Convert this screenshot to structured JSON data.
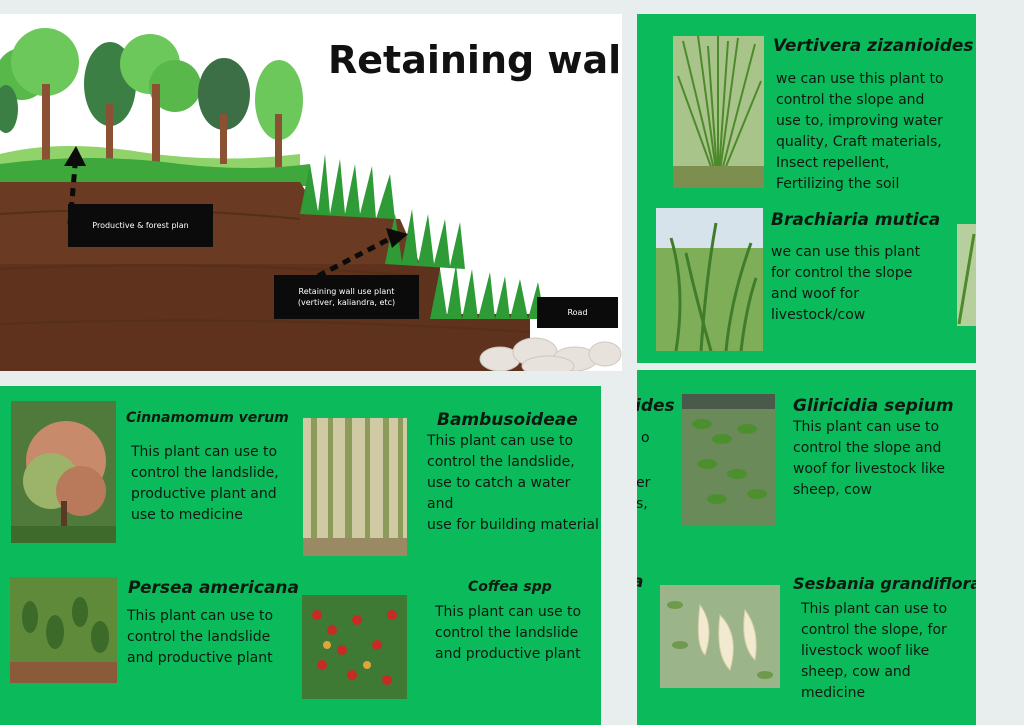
{
  "illustration": {
    "title": "Retaining wall",
    "labels": {
      "productive": "Productive & forest plan",
      "retaining_line1": "Retaining wall use plant",
      "retaining_line2": "(vertiver, kaliandra, etc)",
      "road": "Road"
    }
  },
  "top_right_panel": {
    "cards": [
      {
        "name": "Vertivera zizanioides",
        "description": [
          "we can use this plant to",
          "control the slope and",
          "use to, improving water",
          "quality, Craft materials,",
          "Insect repellent,",
          "Fertilizing the soil"
        ]
      },
      {
        "name": "Brachiaria mutica",
        "description": [
          "we can use this plant",
          "for control the slope",
          "and woof for",
          "livestock/cow"
        ]
      }
    ]
  },
  "bottom_left_panel": {
    "cards": [
      {
        "name": "Cinnamomum verum",
        "description": [
          "This plant can use to",
          "control the landslide,",
          "productive plant and",
          "use to medicine"
        ]
      },
      {
        "name": "Bambusoideae",
        "description": [
          "This plant can use to",
          "control the landslide,",
          "use to catch a water and",
          "use for building material"
        ]
      },
      {
        "name": "Persea americana",
        "description": [
          "This plant can use to",
          "control the landslide",
          "and productive plant"
        ]
      },
      {
        "name": "Coffea spp",
        "description": [
          "This plant can use to",
          "control the landslide",
          "and productive plant"
        ]
      }
    ]
  },
  "bottom_right_panel": {
    "clipped_fragments": [
      "ides",
      "o",
      "er",
      "s,",
      "a"
    ],
    "cards": [
      {
        "name": "Gliricidia sepium",
        "description": [
          "This plant can use to",
          "control the slope and",
          "woof for livestock like",
          "sheep, cow"
        ]
      },
      {
        "name": "Sesbania grandiflora",
        "description": [
          "This plant can use to",
          "control the slope, for",
          "livestock woof like",
          "sheep, cow and",
          "medicine"
        ]
      }
    ]
  },
  "colors": {
    "panel_green": "#0bba5a",
    "background": "#e8eded",
    "soil": "#6b3a22",
    "grass": "#3fa83c",
    "label_box": "#0b0b0b"
  }
}
